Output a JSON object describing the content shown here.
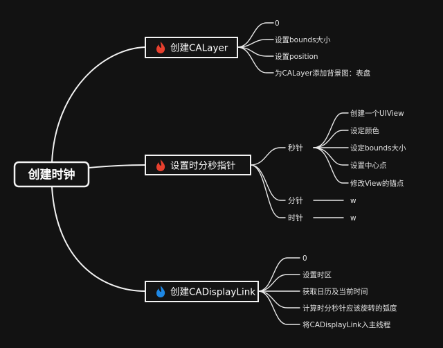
{
  "colors": {
    "background": "#121212",
    "line": "#f2f2f2",
    "flame_red": "#e8402e",
    "flame_blue": "#1e88e5"
  },
  "root": {
    "label": "创建时钟"
  },
  "branches": [
    {
      "label": "创建CALayer",
      "icon": "flame-red-icon",
      "leaves": [
        "0",
        "设置bounds大小",
        "设置position",
        "为CALayer添加背景图：表盘"
      ]
    },
    {
      "label": "设置时分秒指针",
      "icon": "flame-red-icon",
      "sub": [
        {
          "label": "秒针",
          "leaves": [
            "创建一个UIView",
            "设定颜色",
            "设定bounds大小",
            "设置中心点",
            "修改View的锚点"
          ]
        },
        {
          "label": "分针",
          "leaves": [
            "w"
          ]
        },
        {
          "label": "时针",
          "leaves": [
            "w"
          ]
        }
      ]
    },
    {
      "label": "创建CADisplayLink",
      "icon": "flame-blue-icon",
      "leaves": [
        "0",
        "设置时区",
        "获取日历及当前时间",
        "计算时分秒针应该旋转的弧度",
        "将CADisplayLink入主线程"
      ]
    }
  ]
}
